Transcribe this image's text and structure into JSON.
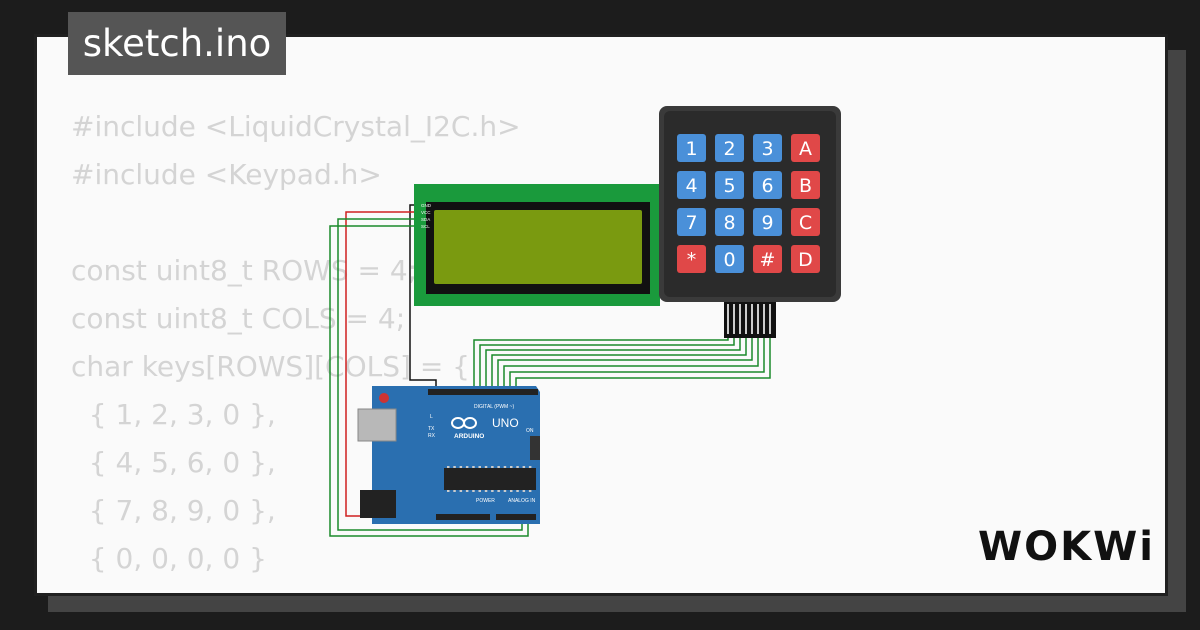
{
  "tab": {
    "filename": "sketch.ino"
  },
  "code_lines": [
    "#include <LiquidCrystal_I2C.h>",
    "#include <Keypad.h>",
    "",
    "const uint8_t ROWS = 4;",
    "const uint8_t COLS = 4;",
    "char keys[ROWS][COLS] = {",
    "  { 1, 2, 3, 0 },",
    "  { 4, 5, 6, 0 },",
    "  { 7, 8, 9, 0 },",
    "  { 0, 0, 0, 0 }",
    "};"
  ],
  "keypad": {
    "keys": [
      [
        "1",
        "2",
        "3",
        "A"
      ],
      [
        "4",
        "5",
        "6",
        "B"
      ],
      [
        "7",
        "8",
        "9",
        "C"
      ],
      [
        "*",
        "0",
        "#",
        "D"
      ]
    ],
    "colors": {
      "number_key": "#4a90d9",
      "special_key": "#e04848",
      "body": "#3a3a3a"
    }
  },
  "lcd": {
    "pins": [
      "GND",
      "VCC",
      "SDA",
      "SCL"
    ],
    "colors": {
      "board": "#1a9a3c",
      "screen": "#7a9a10"
    }
  },
  "arduino": {
    "brand": "ARDUINO",
    "model": "UNO",
    "digital_label": "DIGITAL (PWM ~)",
    "power_label": "POWER",
    "analog_label": "ANALOG IN",
    "on_label": "ON",
    "tx_label": "TX",
    "rx_label": "RX",
    "l_label": "L",
    "colors": {
      "board": "#2a6fb0"
    }
  },
  "logo": {
    "text": "WOKWi"
  }
}
